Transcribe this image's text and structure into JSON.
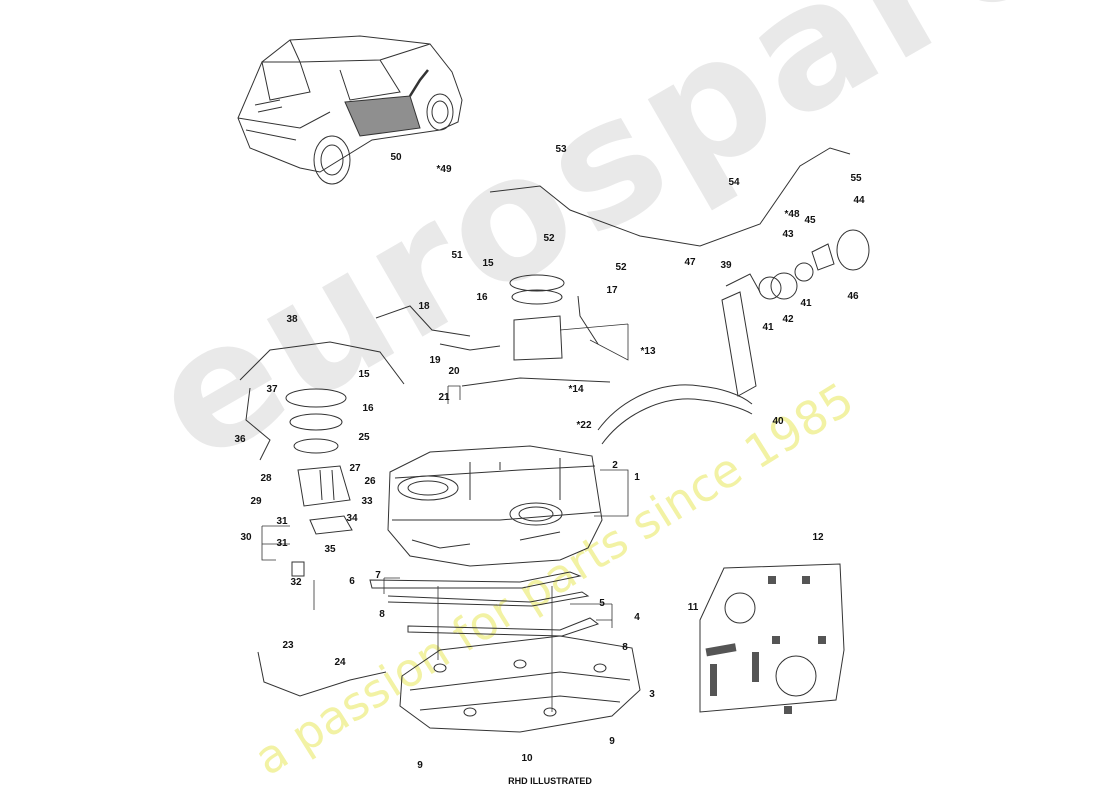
{
  "watermark": {
    "brand": "eurospares",
    "slogan": "a passion for parts since 1985"
  },
  "caption": "RHD ILLUSTRATED",
  "callouts": [
    "1",
    "2",
    "3",
    "4",
    "5",
    "6",
    "7",
    "8",
    "9",
    "10",
    "11",
    "12",
    "*13",
    "*14",
    "15",
    "16",
    "17",
    "18",
    "19",
    "20",
    "21",
    "*22",
    "23",
    "24",
    "25",
    "26",
    "27",
    "28",
    "29",
    "30",
    "31",
    "32",
    "33",
    "34",
    "35",
    "36",
    "37",
    "38",
    "39",
    "40",
    "41",
    "42",
    "43",
    "44",
    "45",
    "46",
    "47",
    "*48",
    "*49",
    "50",
    "51",
    "52",
    "53",
    "54",
    "55"
  ],
  "colors": {
    "line": "#333333",
    "watermark_gray": "#e9e9e9",
    "watermark_yellow": "#f2f2a4"
  }
}
